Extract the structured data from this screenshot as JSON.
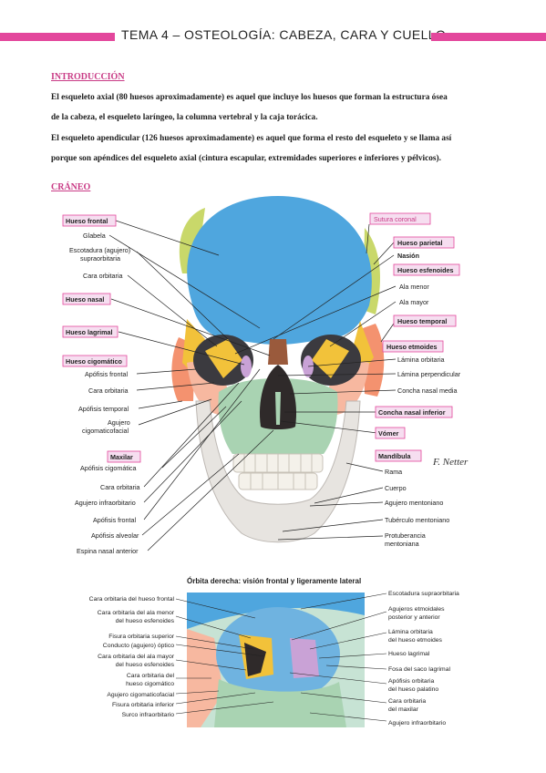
{
  "header": {
    "title": "TEMA 4 – OSTEOLOGÍA: CABEZA, CARA Y CUELLO"
  },
  "intro": {
    "heading": "INTRODUCCIÓN",
    "p1_line1": "El esqueleto axial (80 huesos aproximadamente) es aquel que incluye los huesos que forman la estructura ósea",
    "p1_line2": "de la cabeza, el esqueleto laríngeo, la columna vertebral y la caja torácica.",
    "p2_line1": "El esqueleto apendicular (126 huesos aproximadamente) es aquel que forma el resto del esqueleto y se llama así",
    "p2_line2": "porque son apéndices del esqueleto axial (cintura escapular, extremidades superiores e inferiores y pélvicos)."
  },
  "skull_section": {
    "heading": "CRÁNEO"
  },
  "skull_figure": {
    "left_labels": {
      "hueso_frontal": "Hueso frontal",
      "glabela": "Glabela",
      "escotadura_l1": "Escotadura (agujero)",
      "escotadura_l2": "supraorbitaria",
      "cara_orbitaria_frontal": "Cara orbitaria",
      "hueso_nasal": "Hueso nasal",
      "hueso_lagrimal": "Hueso lagrimal",
      "hueso_cigomatico": "Hueso cigomático",
      "apofisis_frontal_cig": "Apófisis frontal",
      "cara_orbitaria_cig": "Cara orbitaria",
      "apofisis_temporal": "Apófisis temporal",
      "agujero_cig_l1": "Agujero",
      "agujero_cig_l2": "cigomaticofacial",
      "maxilar": "Maxilar",
      "apofisis_cigomatica": "Apófisis cigomática",
      "cara_orbitaria_max": "Cara orbitaria",
      "agujero_infraorbitario": "Agujero infraorbitario",
      "apofisis_frontal_max": "Apófisis frontal",
      "apofisis_alveolar": "Apófisis alveolar",
      "espina_nasal": "Espina nasal anterior"
    },
    "right_labels": {
      "sutura_coronal": "Sutura coronal",
      "hueso_parietal": "Hueso parietal",
      "nasion": "Nasión",
      "hueso_esfenoides": "Hueso esfenoides",
      "ala_menor": "Ala menor",
      "ala_mayor": "Ala mayor",
      "hueso_temporal": "Hueso temporal",
      "hueso_etmoides": "Hueso etmoides",
      "lamina_orbitaria": "Lámina orbitaria",
      "lamina_perpendicular": "Lámina perpendicular",
      "concha_media": "Concha nasal media",
      "concha_inferior": "Concha nasal inferior",
      "vomer": "Vómer",
      "mandibula": "Mandíbula",
      "rama": "Rama",
      "cuerpo": "Cuerpo",
      "agujero_mentoniano": "Agujero mentoniano",
      "tuberculo_mentoniano": "Tubérculo mentoniano",
      "protuberancia_l1": "Protuberancia",
      "protuberancia_l2": "mentoniana"
    },
    "signature": "F. Netter"
  },
  "orbit_figure": {
    "title": "Órbita derecha: visión frontal y ligeramente lateral",
    "left_labels": {
      "l1": "Cara orbitaria del hueso frontal",
      "l2a": "Cara orbitaria del ala menor",
      "l2b": "del hueso esfenoides",
      "l3": "Fisura orbitaria superior",
      "l4": "Conducto (agujero) óptico",
      "l5a": "Cara orbitaria del ala mayor",
      "l5b": "del hueso esfenoides",
      "l6a": "Cara orbitaria del",
      "l6b": "hueso cigomático",
      "l7": "Agujero cigomaticofacial",
      "l8": "Fisura orbitaria inferior",
      "l9": "Surco infraorbitario"
    },
    "right_labels": {
      "r1": "Escotadura supraorbitaria",
      "r2a": "Agujeros etmoidales",
      "r2b": "posterior y anterior",
      "r3a": "Lámina orbitaria",
      "r3b": "del hueso etmoides",
      "r4": "Hueso lagrimal",
      "r5": "Fosa del saco lagrimal",
      "r6a": "Apófisis orbitaria",
      "r6b": "del hueso palatino",
      "r7a": "Cara orbitaria",
      "r7b": "del maxilar",
      "r8": "Agujero infraorbitario"
    }
  },
  "colors": {
    "accent": "#e3479c",
    "frontal": "#4fa6de",
    "parietal": "#c9d86a",
    "temporal": "#f4926f",
    "esfenoides": "#f2c23a",
    "cigomatico": "#f7b8a0",
    "maxilar": "#a9d3b2",
    "mandibula": "#e7e4e0",
    "etmoides": "#c9a2d6",
    "nasal": "#9a5a3c",
    "label_box_fill": "#f6def0",
    "label_box_stroke": "#e3479c"
  }
}
